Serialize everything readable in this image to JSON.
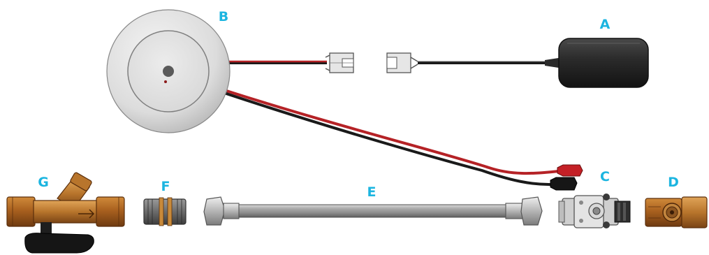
{
  "labels": {
    "a": "A",
    "b": "B",
    "c": "C",
    "d": "D",
    "e": "E",
    "f": "F",
    "g": "G"
  },
  "colors": {
    "label": "#1cb5e0",
    "brass": "#b06a2a",
    "wire_red": "#b52226",
    "wire_black": "#1a1a1a",
    "steel": "#9c9c9c"
  }
}
